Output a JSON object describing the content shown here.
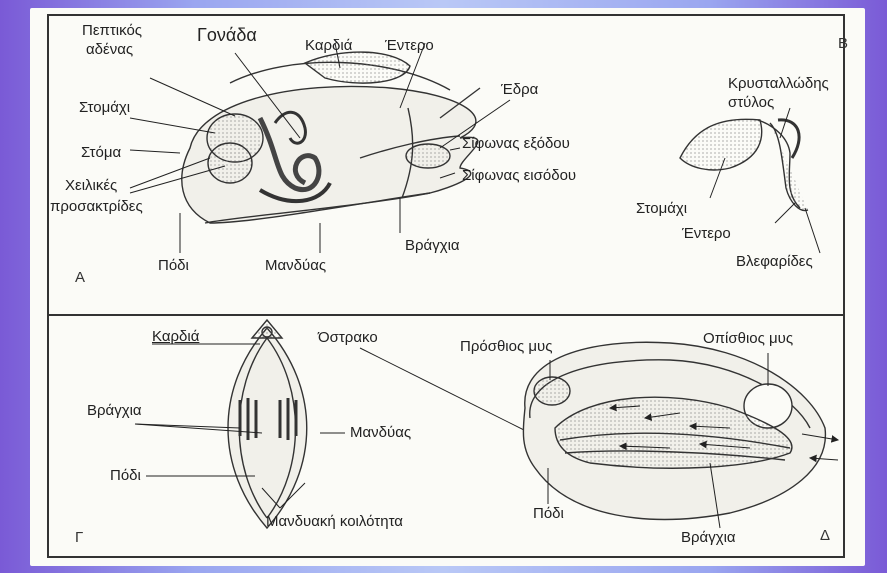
{
  "panel_a": {
    "letter": "Α",
    "labels": {
      "peptic_gland": [
        "Πεπτικός",
        "αδένας"
      ],
      "gonad": "Γονάδα",
      "heart": "Καρδιά",
      "intestine": "Έντερο",
      "stomach": "Στομάχι",
      "mouth": "Στόμα",
      "labial_palps": [
        "Χειλικές",
        "προσακτρίδες"
      ],
      "anus": "Έδρα",
      "exhalant_siphon": "Σίφωνας εξόδου",
      "inhalant_siphon": "Σίφωνας εισόδου",
      "foot": "Πόδι",
      "mantle": "Μανδύας",
      "gills": "Βράγχια"
    }
  },
  "panel_b": {
    "letter": "Β",
    "labels": {
      "crystalline_style": [
        "Κρυσταλλώδης",
        "στύλος"
      ],
      "stomach": "Στομάχι",
      "intestine": "Έντερο",
      "cilia": "Βλεφαρίδες"
    }
  },
  "panel_c": {
    "letter": "Γ",
    "labels": {
      "heart": "Καρδιά",
      "shell": "Όστρακο",
      "gills": "Βράγχια",
      "mantle": "Μανδύας",
      "foot": "Πόδι",
      "mantle_cavity": "Μανδυακή κοιλότητα"
    }
  },
  "panel_d": {
    "letter": "Δ",
    "labels": {
      "anterior_muscle": "Πρόσθιος μυς",
      "posterior_muscle": "Οπίσθιος μυς",
      "foot": "Πόδι",
      "gills": "Βράγχια"
    }
  }
}
